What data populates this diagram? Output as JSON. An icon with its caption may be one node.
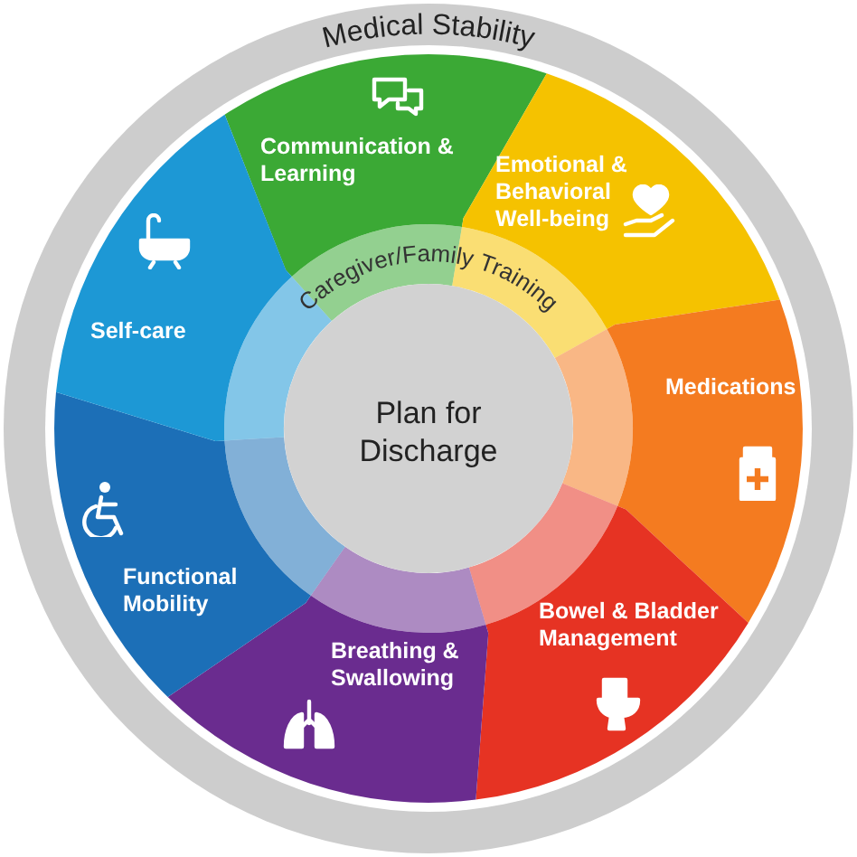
{
  "diagram": {
    "nodes": [
      {
        "text": [
          "Medical Stability"
        ]
      },
      {
        "text": [
          "Communication & Learning"
        ],
        "in": 0
      },
      {
        "text": [
          "Emotional & Behavioral Well-being"
        ],
        "in": 0
      },
      {
        "text": [
          "Medications"
        ],
        "in": 0
      },
      {
        "text": [
          "Bowel & Bladder Management"
        ],
        "in": 0
      },
      {
        "text": [
          "Breathing & Swallowing"
        ],
        "in": 0
      },
      {
        "text": [
          "Functional Mobility"
        ],
        "in": 0
      },
      {
        "text": [
          "Self-care"
        ],
        "in": 0
      },
      {
        "text": [
          "Caregiver/Family Training"
        ],
        "in": 0
      },
      {
        "text": [
          "Plan for Discharge"
        ],
        "in": 8
      }
    ]
  }
}
